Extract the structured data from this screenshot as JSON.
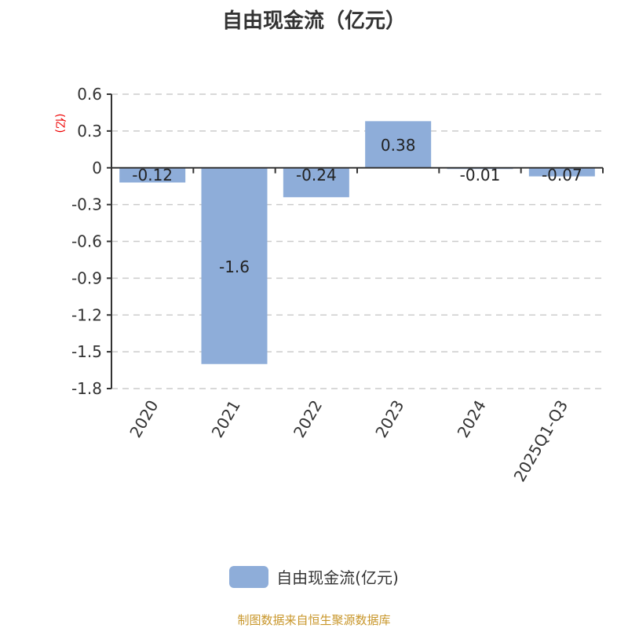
{
  "chart_data": {
    "type": "bar",
    "title": "自由现金流（亿元）",
    "ylabel": "(亿)",
    "xlabel": "",
    "categories": [
      "2020",
      "2021",
      "2022",
      "2023",
      "2024",
      "2025Q1-Q3"
    ],
    "values": [
      -0.12,
      -1.6,
      -0.24,
      0.38,
      -0.01,
      -0.07
    ],
    "data_labels": [
      "-0.12",
      "-1.6",
      "-0.24",
      "0.38",
      "-0.01",
      "-0.07"
    ],
    "ylim": [
      -1.8,
      0.6
    ],
    "yticks": [
      0.6,
      0.3,
      0,
      -0.3,
      -0.6,
      -0.9,
      -1.2,
      -1.5,
      -1.8
    ],
    "ytick_labels": [
      "0.6",
      "0.3",
      "0",
      "-0.3",
      "-0.6",
      "-0.9",
      "-1.2",
      "-1.5",
      "-1.8"
    ],
    "grid": true,
    "legend": {
      "label": "自由现金流(亿元)",
      "placement": "bottom-center"
    },
    "series_color": "#8eadd9"
  },
  "footer": {
    "source": "制图数据来自恒生聚源数据库"
  }
}
